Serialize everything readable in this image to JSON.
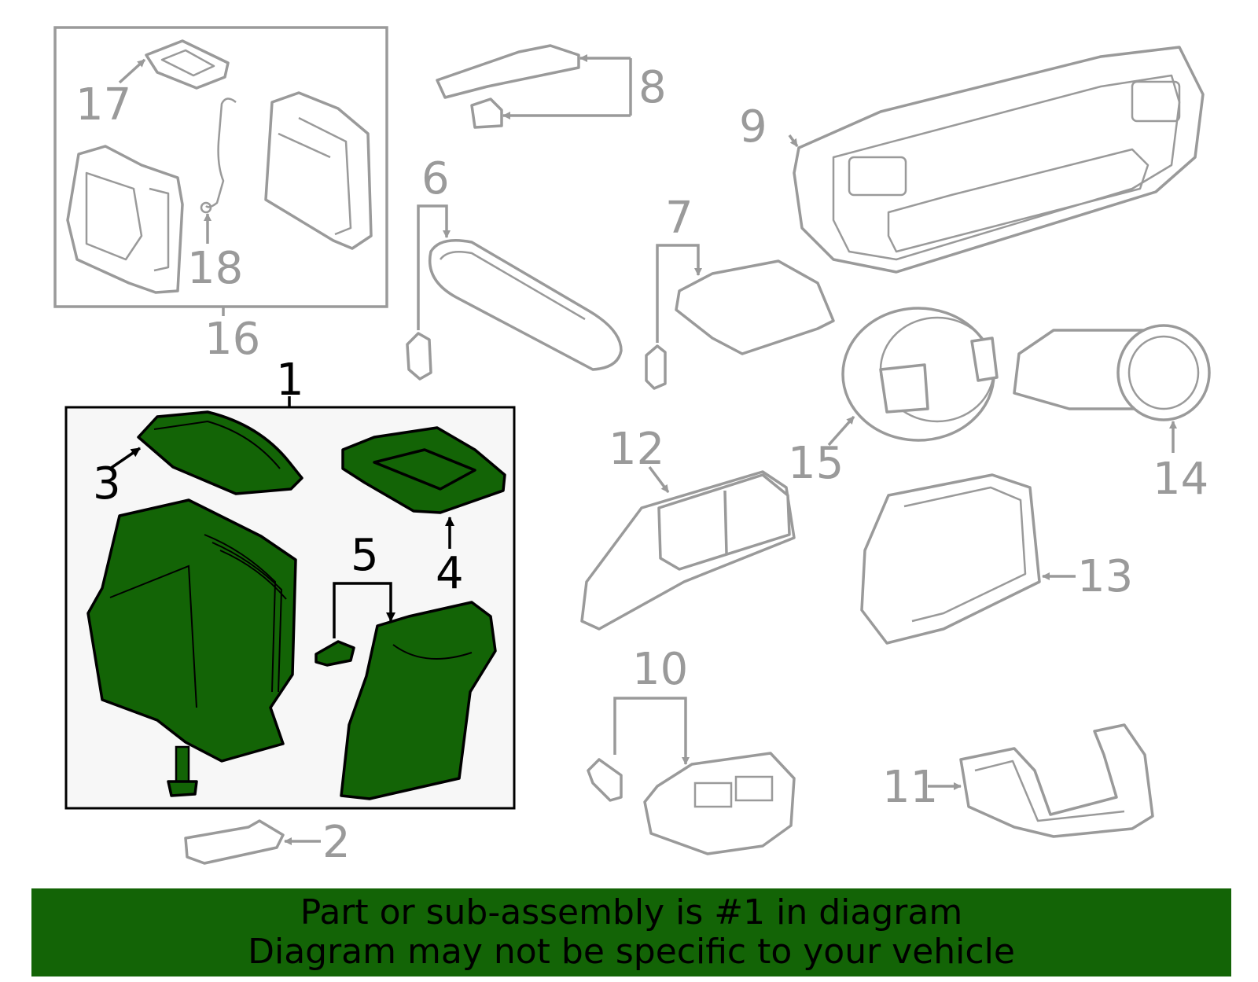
{
  "callouts": {
    "n1": "1",
    "n2": "2",
    "n3": "3",
    "n4": "4",
    "n5": "5",
    "n6": "6",
    "n7": "7",
    "n8": "8",
    "n9": "9",
    "n10": "10",
    "n11": "11",
    "n12": "12",
    "n13": "13",
    "n14": "14",
    "n15": "15",
    "n16": "16",
    "n17": "17",
    "n18": "18"
  },
  "banner": {
    "line1": "Part or sub-assembly is #1 in diagram",
    "line2": "Diagram may not be specific to your vehicle"
  },
  "colors": {
    "highlight": "#136406",
    "line_grey": "#9a9a9a",
    "box_bg": "#f7f7f7"
  }
}
